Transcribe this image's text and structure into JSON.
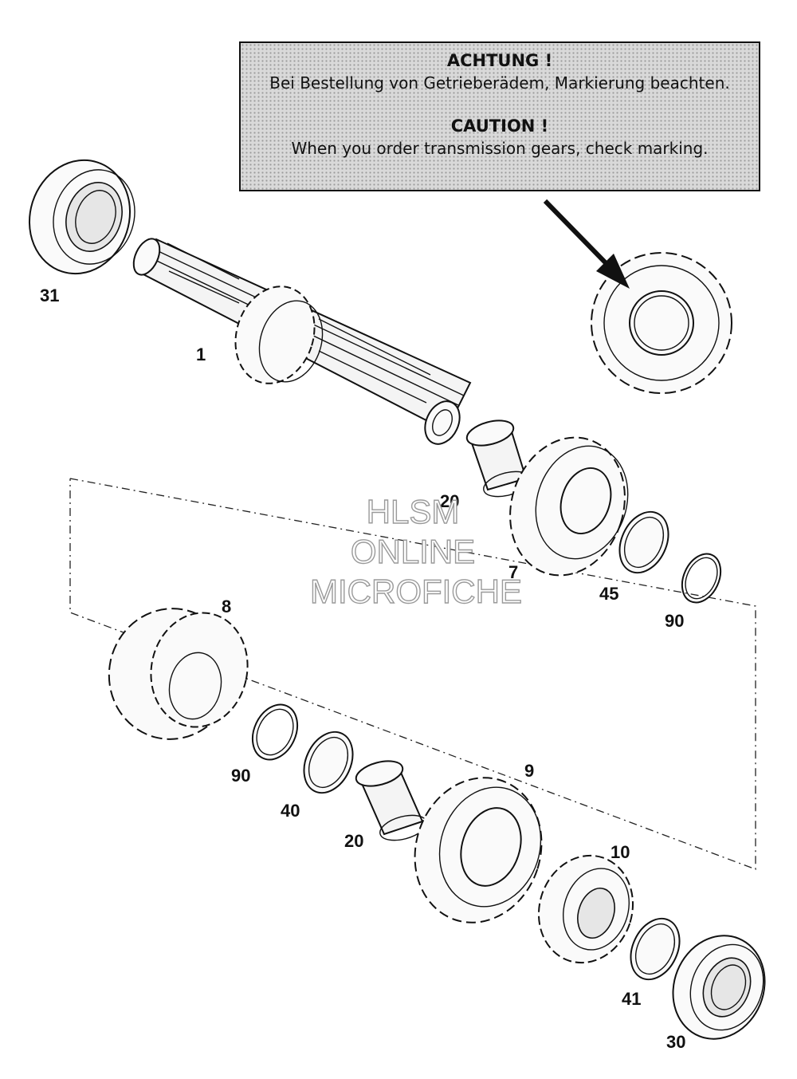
{
  "notice": {
    "heading_de": "ACHTUNG !",
    "text_de": "Bei Bestellung von Getrieberädem, Markierung beachten.",
    "heading_en": "CAUTION !",
    "text_en": "When you order transmission gears, check marking."
  },
  "watermark": [
    "HLSM",
    "ONLINE",
    "MICROFICHE"
  ],
  "part_labels": {
    "bearing_top": "31",
    "main_shaft": "1",
    "bushing_upper": "20",
    "gear_7": "7",
    "washer_45": "45",
    "circlip_upper": "90",
    "gear_8": "8",
    "circlip_lower": "90",
    "washer_40": "40",
    "bushing_lower": "20",
    "gear_9": "9",
    "gear_10": "10",
    "washer_41": "41",
    "bearing_bottom": "30"
  },
  "colors": {
    "line": "#111111",
    "notice_bg": "#d9d9d9",
    "watermark_stroke": "#9a9a9a"
  }
}
